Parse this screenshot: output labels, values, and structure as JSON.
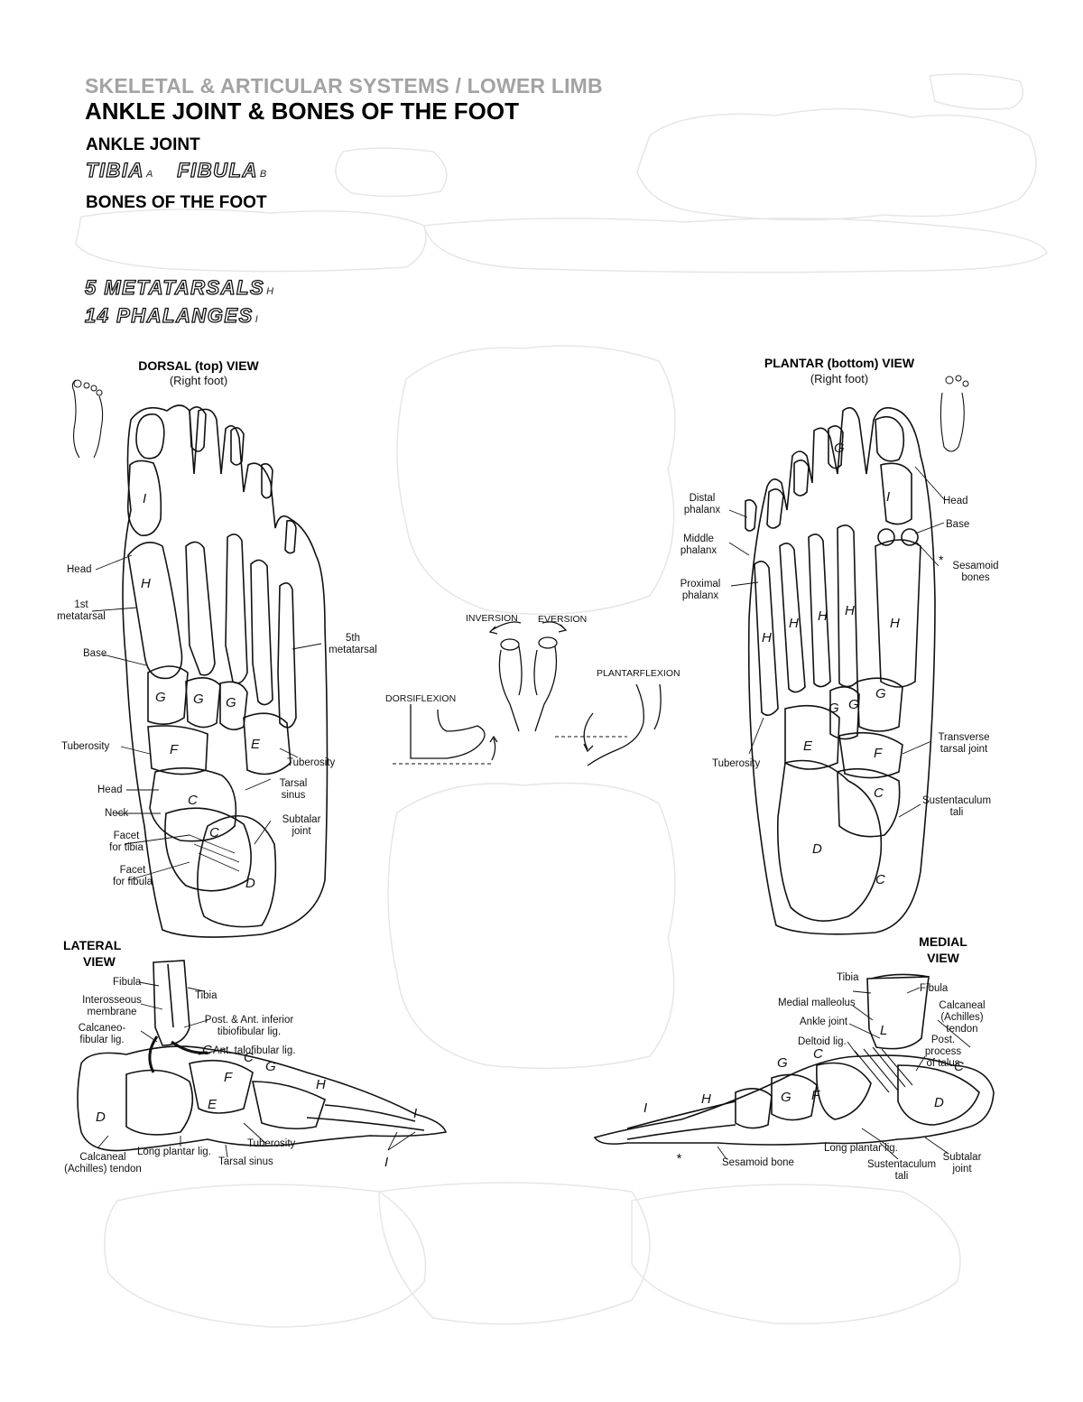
{
  "header": {
    "breadcrumb": "SKELETAL & ARTICULAR SYSTEMS / LOWER LIMB",
    "title": "ANKLE JOINT & BONES OF THE FOOT"
  },
  "legend": {
    "ankle_heading": "ANKLE JOINT",
    "tibia": "TIBIA",
    "tibia_sub": "A",
    "fibula": "FIBULA",
    "fibula_sub": "B",
    "foot_heading": "BONES OF THE FOOT",
    "metatarsals": "5 METATARSALS",
    "metatarsals_sub": "H",
    "phalanges": "14 PHALANGES",
    "phalanges_sub": "I"
  },
  "dorsal": {
    "title": "DORSAL (top) VIEW",
    "subtitle": "(Right foot)",
    "labels": {
      "head": "Head",
      "first_met_1": "1st",
      "first_met_2": "metatarsal",
      "base": "Base",
      "fifth_met_1": "5th",
      "fifth_met_2": "metatarsal",
      "tuberosity_left": "Tuberosity",
      "tuberosity_right": "Tuberosity",
      "talus_head": "Head",
      "neck": "Neck",
      "tarsal_sinus_1": "Tarsal",
      "tarsal_sinus_2": "sinus",
      "subtalar_1": "Subtalar",
      "subtalar_2": "joint",
      "facet_tibia_1": "Facet",
      "facet_tibia_2": "for tibia",
      "facet_fibula_1": "Facet",
      "facet_fibula_2": "for fibula"
    }
  },
  "plantar": {
    "title": "PLANTAR (bottom) VIEW",
    "subtitle": "(Right foot)",
    "labels": {
      "distal_1": "Distal",
      "distal_2": "phalanx",
      "middle_1": "Middle",
      "middle_2": "phalanx",
      "proximal_1": "Proximal",
      "proximal_2": "phalanx",
      "head": "Head",
      "base": "Base",
      "sesamoid_1": "Sesamoid",
      "sesamoid_2": "bones",
      "transverse_1": "Transverse",
      "transverse_2": "tarsal joint",
      "tuberosity": "Tuberosity",
      "sustentaculum_1": "Sustentaculum",
      "sustentaculum_2": "tali"
    }
  },
  "motions": {
    "inversion": "INVERSION",
    "eversion": "EVERSION",
    "dorsiflexion": "DORSIFLEXION",
    "plantarflexion": "PLANTARFLEXION"
  },
  "lateral": {
    "title_1": "LATERAL",
    "title_2": "VIEW",
    "labels": {
      "fibula": "Fibula",
      "tibia": "Tibia",
      "interosseous_1": "Interosseous",
      "interosseous_2": "membrane",
      "calcaneofibular_1": "Calcaneo-",
      "calcaneofibular_2": "fibular lig.",
      "post_ant_1": "Post. & Ant. inferior",
      "post_ant_2": "tibiofibular lig.",
      "ant_talofibular": "Ant. talofibular lig.",
      "tuberosity": "Tuberosity",
      "calcaneal_1": "Calcaneal",
      "calcaneal_2": "(Achilles) tendon",
      "long_plantar": "Long plantar lig.",
      "tarsal_sinus": "Tarsal sinus"
    }
  },
  "medial": {
    "title_1": "MEDIAL",
    "title_2": "VIEW",
    "labels": {
      "tibia": "Tibia",
      "fibula": "Fibula",
      "medial_malleolus": "Medial malleolus",
      "ankle_joint": "Ankle joint",
      "deltoid": "Deltoid lig.",
      "calcaneal_1": "Calcaneal",
      "calcaneal_2": "(Achilles)",
      "calcaneal_3": "tendon",
      "post_process_1": "Post.",
      "post_process_2": "process",
      "post_process_3": "of talus",
      "long_plantar": "Long plantar lig.",
      "sesamoid": "Sesamoid bone",
      "sustentaculum_1": "Sustentaculum",
      "sustentaculum_2": "tali",
      "subtalar_1": "Subtalar",
      "subtalar_2": "joint"
    }
  },
  "bone_letters": {
    "C": "C",
    "D": "D",
    "E": "E",
    "F": "F",
    "G": "G",
    "H": "H",
    "I": "I",
    "L": "L",
    "star": "*"
  },
  "colors": {
    "breadcrumb": "#a3a3a3",
    "ink": "#111111",
    "cloud_outline": "#e6e6e6"
  }
}
